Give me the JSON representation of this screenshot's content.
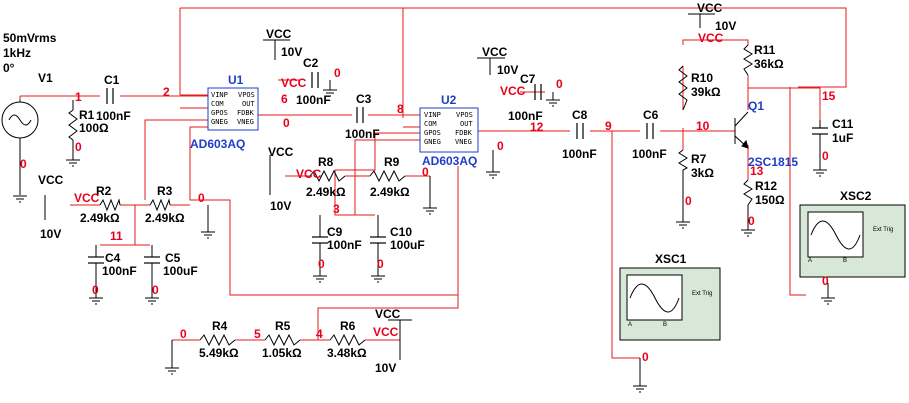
{
  "source": {
    "amplitude": "50mVrms",
    "frequency": "1kHz",
    "phase": "0°",
    "name": "V1"
  },
  "ground_label": "0",
  "supply": {
    "name": "VCC",
    "value": "10V",
    "net": "VCC"
  },
  "ics": [
    {
      "name": "U1",
      "part": "AD603AQ",
      "pins_left": [
        "VINP",
        "COM",
        "GPOS",
        "GNEG"
      ],
      "pins_right": [
        "VPOS",
        "OUT",
        "FDBK",
        "VNEG"
      ]
    },
    {
      "name": "U2",
      "part": "AD603AQ",
      "pins_left": [
        "VINP",
        "COM",
        "GPOS",
        "GNEG"
      ],
      "pins_right": [
        "VPOS",
        "OUT",
        "FDBK",
        "VNEG"
      ]
    }
  ],
  "transistor": {
    "name": "Q1",
    "part": "2SC1815"
  },
  "components": {
    "R1": "R1",
    "R1v": "100Ω",
    "C1": "C1",
    "C1v": "100nF",
    "C2": "C2",
    "C2v": "100nF",
    "C3": "C3",
    "C3v": "100nF",
    "C4": "C4",
    "C4v": "100nF",
    "C5": "C5",
    "C5v": "100uF",
    "C6": "C6",
    "C6v": "100nF",
    "C7": "C7",
    "C7v": "100nF",
    "C8": "C8",
    "C8v": "100nF",
    "C9": "C9",
    "C9v": "100nF",
    "C10": "C10",
    "C10v": "100uF",
    "C11": "C11",
    "C11v": "1uF",
    "R2": "R2",
    "R2v": "2.49kΩ",
    "R3": "R3",
    "R3v": "2.49kΩ",
    "R4": "R4",
    "R4v": "5.49kΩ",
    "R5": "R5",
    "R5v": "1.05kΩ",
    "R6": "R6",
    "R6v": "3.48kΩ",
    "R7": "R7",
    "R7v": "3kΩ",
    "R8": "R8",
    "R8v": "2.49kΩ",
    "R9": "R9",
    "R9v": "2.49kΩ",
    "R10": "R10",
    "R10v": "39kΩ",
    "R11": "R11",
    "R11v": "36kΩ",
    "R12": "R12",
    "R12v": "150Ω"
  },
  "nodes": {
    "n1": "1",
    "n2": "2",
    "n3": "3",
    "n4": "4",
    "n5": "5",
    "n6": "6",
    "n8": "8",
    "n9": "9",
    "n10": "10",
    "n11": "11",
    "n12": "12",
    "n13": "13",
    "n15": "15"
  },
  "scopes": [
    {
      "name": "XSC1",
      "a": "A",
      "b": "B",
      "trig": "Ext Trig"
    },
    {
      "name": "XSC2",
      "a": "A",
      "b": "B",
      "trig": "Ext Trig"
    }
  ]
}
